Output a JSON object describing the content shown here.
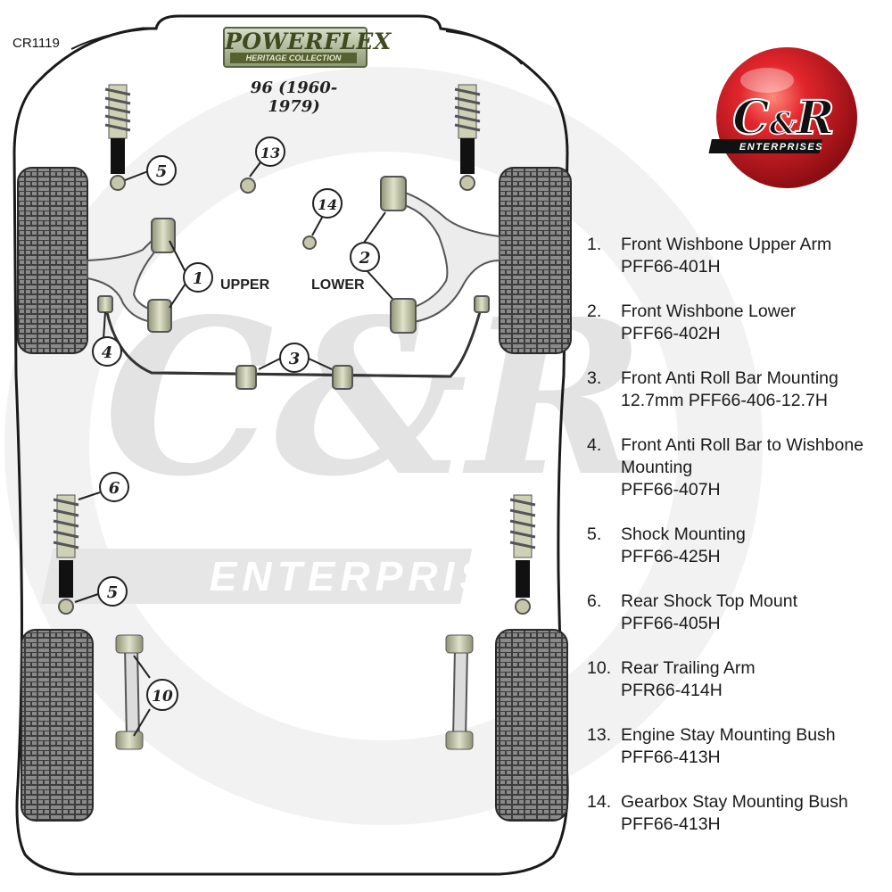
{
  "catalog_code": "CR1119",
  "brand": {
    "name": "POWERFLEX",
    "subtitle": "HERITAGE COLLECTION",
    "model": "96 (1960-1979)"
  },
  "logo": {
    "monogram_left": "C",
    "monogram_amp": "&",
    "monogram_right": "R",
    "tagline": "ENTERPRISES"
  },
  "watermark": {
    "monogram": "C&R",
    "word": "ENTERPRISES"
  },
  "diagram_labels": {
    "upper": "UPPER",
    "lower": "LOWER"
  },
  "callouts": [
    "1",
    "2",
    "3",
    "4",
    "5",
    "5",
    "6",
    "10",
    "13",
    "14"
  ],
  "legend": [
    {
      "num": "1.",
      "name": "Front Wishbone Upper Arm",
      "part": "PFF66-401H"
    },
    {
      "num": "2.",
      "name": "Front Wishbone Lower",
      "part": "PFF66-402H"
    },
    {
      "num": "3.",
      "name": "Front Anti Roll Bar Mounting",
      "part": "12.7mm  PFF66-406-12.7H"
    },
    {
      "num": "4.",
      "name": "Front Anti Roll Bar to Wishbone Mounting",
      "part": "PFF66-407H"
    },
    {
      "num": "5.",
      "name": "Shock Mounting",
      "part": "PFF66-425H"
    },
    {
      "num": "6.",
      "name": "Rear Shock Top Mount",
      "part": "PFF66-405H"
    },
    {
      "num": "10.",
      "name": "Rear Trailing Arm",
      "part": "PFR66-414H"
    },
    {
      "num": "13.",
      "name": "Engine Stay Mounting Bush",
      "part": "PFF66-413H"
    },
    {
      "num": "14.",
      "name": "Gearbox Stay Mounting Bush",
      "part": "PFF66-413H"
    }
  ],
  "colors": {
    "bush": "#c5c7a8",
    "bush_dark": "#6f7257",
    "tyre": "#4a4a4a",
    "logo_red": "#d6202a",
    "watermark": "#e6e6e6"
  }
}
